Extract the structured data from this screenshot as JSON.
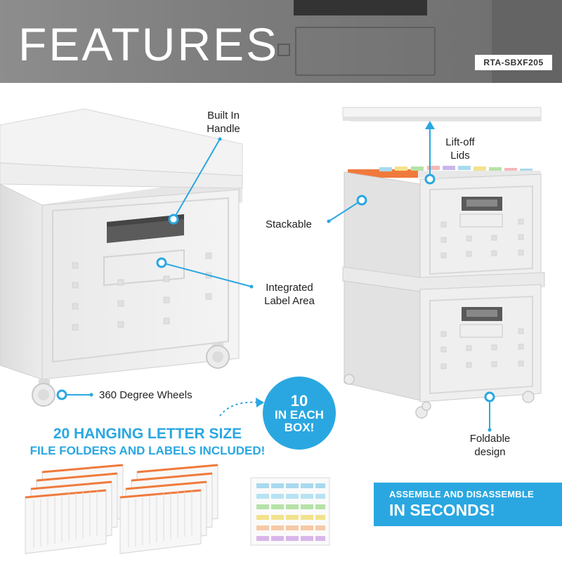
{
  "header": {
    "title": "FEATURES",
    "sku": "RTA-SBXF205"
  },
  "callouts": {
    "built_in_handle": "Built In\nHandle",
    "integrated_label_area": "Integrated\nLabel Area",
    "wheels": "360 Degree Wheels",
    "lift_off_lids": "Lift-off\nLids",
    "stackable": "Stackable",
    "foldable_design": "Foldable\ndesign"
  },
  "folders_banner": {
    "line1": "20 HANGING LETTER SIZE",
    "line2": "FILE FOLDERS AND LABELS INCLUDED!"
  },
  "badge": {
    "number": "10",
    "line2": "IN EACH",
    "line3": "BOX!"
  },
  "assemble_banner": {
    "line1": "ASSEMBLE AND DISASSEMBLE",
    "line2": "IN SECONDS!"
  },
  "colors": {
    "accent": "#2aa7e1",
    "folder_tab": "#f07a3c",
    "header_gray": "#7b7b7b"
  }
}
